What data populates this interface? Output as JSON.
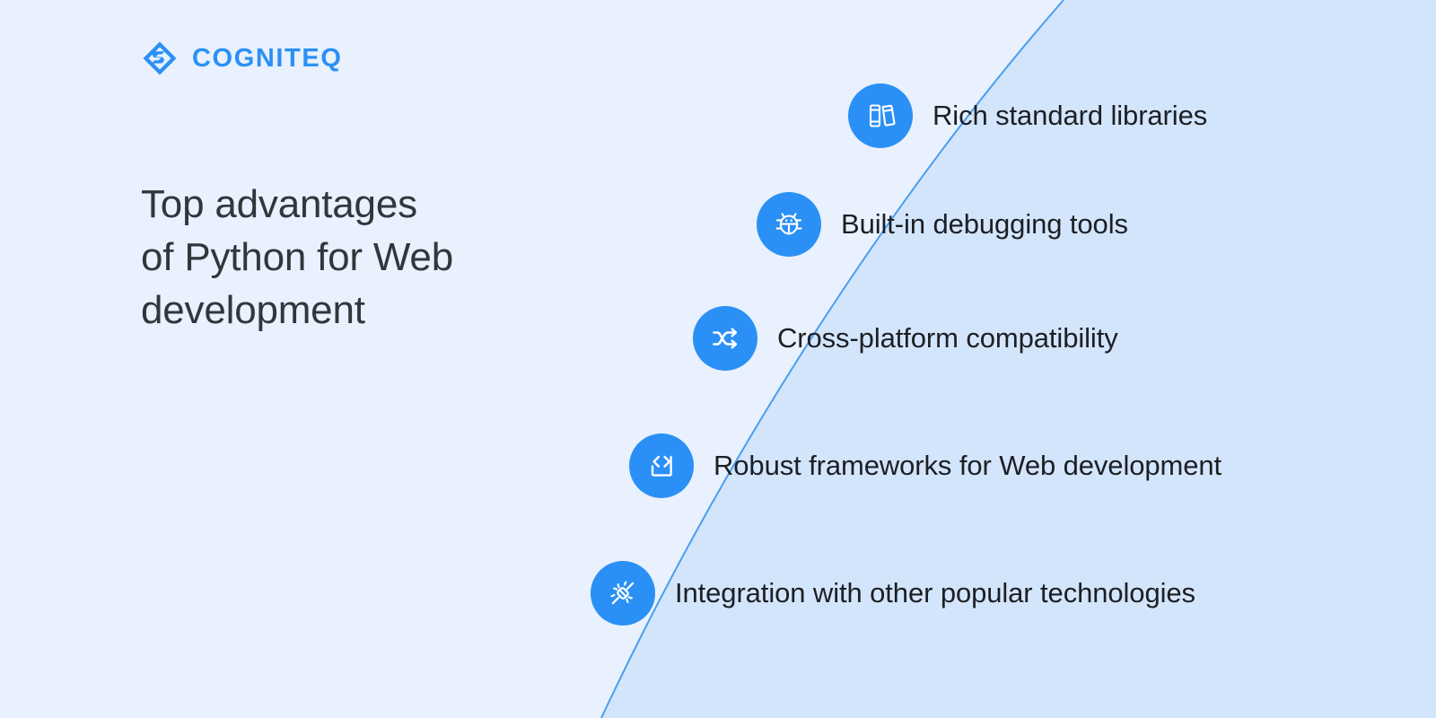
{
  "brand": {
    "name": "COGNITEQ",
    "logo_icon": "cogniteq-diamond-logo-icon",
    "color": "#2b90f5"
  },
  "headline": {
    "line1": "Top advantages",
    "line2": "of Python for Web",
    "line3": "development",
    "color": "#32363c"
  },
  "theme": {
    "accent": "#2b90f5",
    "background_left": "#e8f1fd",
    "background_right": "#d3e5fb",
    "arc_stroke": "#4a9ef0",
    "icon_fill": "#ffffff"
  },
  "advantages": [
    {
      "label": "Rich standard libraries",
      "icon": "books-icon"
    },
    {
      "label": "Built-in debugging tools",
      "icon": "bug-icon"
    },
    {
      "label": "Cross-platform compatibility",
      "icon": "shuffle-arrows-icon"
    },
    {
      "label": "Robust frameworks for Web development",
      "icon": "code-square-icon"
    },
    {
      "label": "Integration with other popular technologies",
      "icon": "plug-connection-icon"
    }
  ]
}
